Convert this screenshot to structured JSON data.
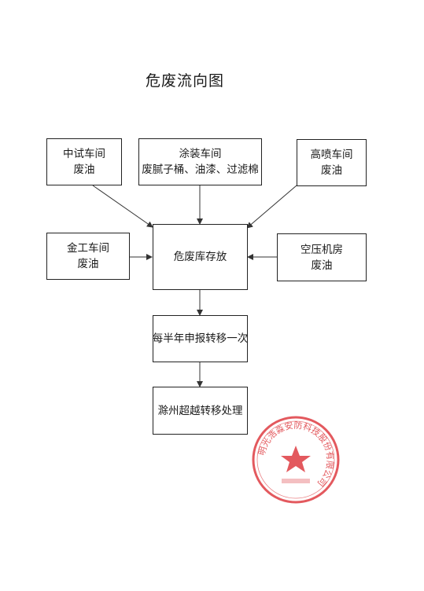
{
  "title": "危废流向图",
  "nodes": {
    "zhongshi": {
      "line1": "中试车间",
      "line2": "废油"
    },
    "tuzhuang": {
      "line1": "涂装车间",
      "line2": "废腻子桶、油漆、过滤棉"
    },
    "gaopen": {
      "line1": "高喷车间",
      "line2": "废油"
    },
    "jingong": {
      "line1": "金工车间",
      "line2": "废油"
    },
    "storage": {
      "line1": "危废库存放"
    },
    "kongya": {
      "line1": "空压机房",
      "line2": "废油"
    },
    "report": {
      "line1": "每半年申报转移一次"
    },
    "disposal": {
      "line1": "滁州超越转移处理"
    }
  },
  "edges": [
    [
      "zhongshi",
      "storage"
    ],
    [
      "tuzhuang",
      "storage"
    ],
    [
      "gaopen",
      "storage"
    ],
    [
      "jingong",
      "storage"
    ],
    [
      "kongya",
      "storage"
    ],
    [
      "storage",
      "report"
    ],
    [
      "report",
      "disposal"
    ]
  ],
  "stamp": {
    "text": "明光浩淼安防科技股份有限公司",
    "color": "#e0474c"
  }
}
